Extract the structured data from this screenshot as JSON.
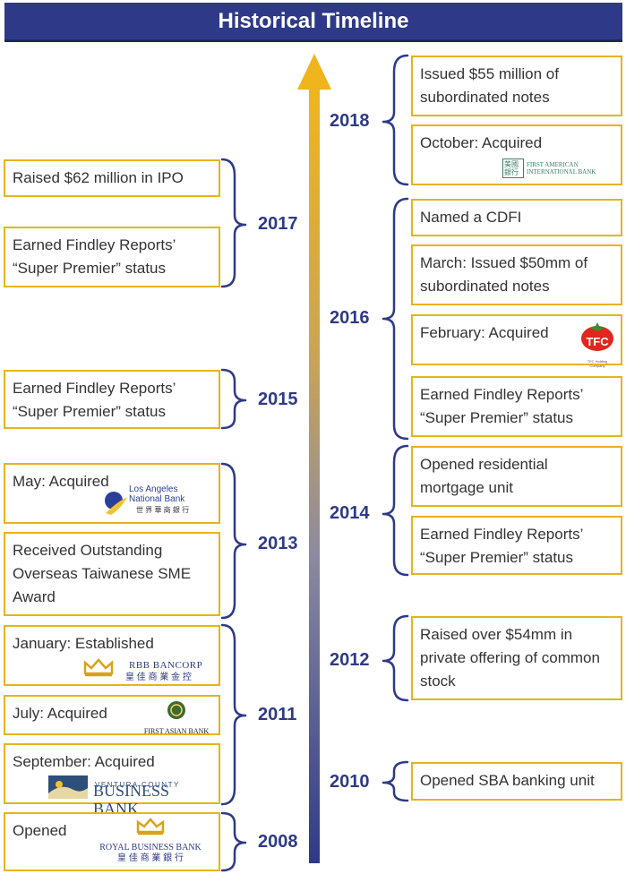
{
  "title": "Historical Timeline",
  "years": {
    "y2018": "2018",
    "y2017": "2017",
    "y2016": "2016",
    "y2015": "2015",
    "y2014": "2014",
    "y2013": "2013",
    "y2012": "2012",
    "y2011": "2011",
    "y2010": "2010",
    "y2008": "2008"
  },
  "events": {
    "e2018a": "Issued $55 million of subordinated notes",
    "e2018b": "October: Acquired",
    "e2017a": "Raised $62 million in IPO",
    "e2017b": "Earned Findley Reports’ “Super Premier” status",
    "e2016a": "Named a CDFI",
    "e2016b": "March: Issued $50mm of subordinated notes",
    "e2016c": "February: Acquired",
    "e2016d": "Earned Findley Reports’ “Super Premier” status",
    "e2015a": "Earned Findley Reports’ “Super Premier” status",
    "e2014a": "Opened residential mortgage unit",
    "e2014b": "Earned Findley Reports’ “Super Premier” status",
    "e2013a": "May: Acquired",
    "e2013b": "Received Outstanding Overseas Taiwanese SME Award",
    "e2012a": "Raised over $54mm in private offering of common stock",
    "e2011a": "January: Established",
    "e2011b": "July: Acquired",
    "e2011c": "September: Acquired",
    "e2010a": "Opened SBA banking unit",
    "e2008a": "Opened"
  },
  "logos": {
    "first_american": {
      "line1": "FIRST AMERICAN",
      "line2": "INTERNATIONAL BANK",
      "cjk": "美國銀行"
    },
    "tfc": {
      "text": "TFC",
      "sub": "TFC Holding Company"
    },
    "lanb": {
      "line1": "Los Angeles",
      "line2": "National Bank",
      "cjk": "世 界 華 商 銀 行"
    },
    "rbb": {
      "line1": "RBB BANCORP",
      "cjk": "皇 佳 商 業 金 控"
    },
    "first_asian": {
      "text": "FIRST ASIAN BANK"
    },
    "ventura": {
      "line1": "VENTURA COUNTY",
      "line2": "BUSINESS BANK"
    },
    "royal": {
      "line1": "ROYAL BUSINESS BANK",
      "cjk": "皇 佳 商 業 銀 行"
    }
  },
  "colors": {
    "navy": "#2e3a87",
    "gold": "#e7b31d",
    "arrow_top": "#f0b51c",
    "arrow_bottom": "#2e3a87"
  }
}
